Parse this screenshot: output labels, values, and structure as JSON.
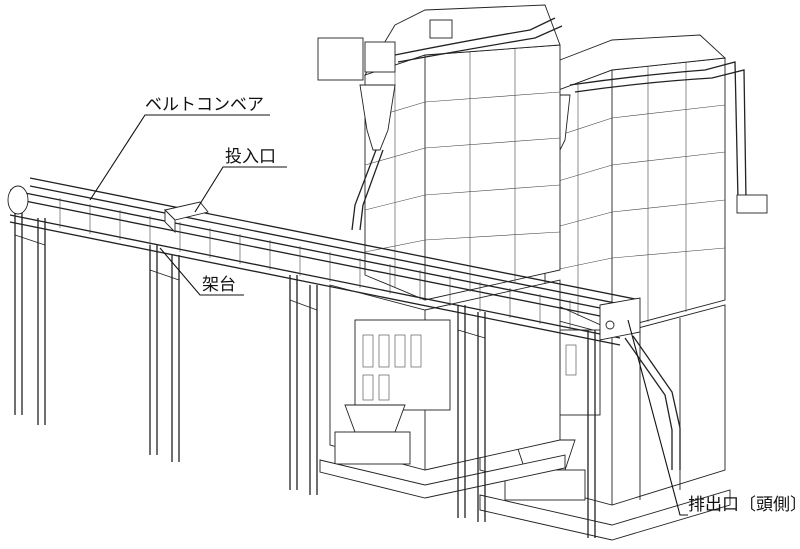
{
  "diagram": {
    "labels": {
      "belt_conveyor": "ベルトコンベア",
      "inlet": "投入口",
      "stand": "架台",
      "outlet": "排出口〔頭側〕"
    }
  }
}
